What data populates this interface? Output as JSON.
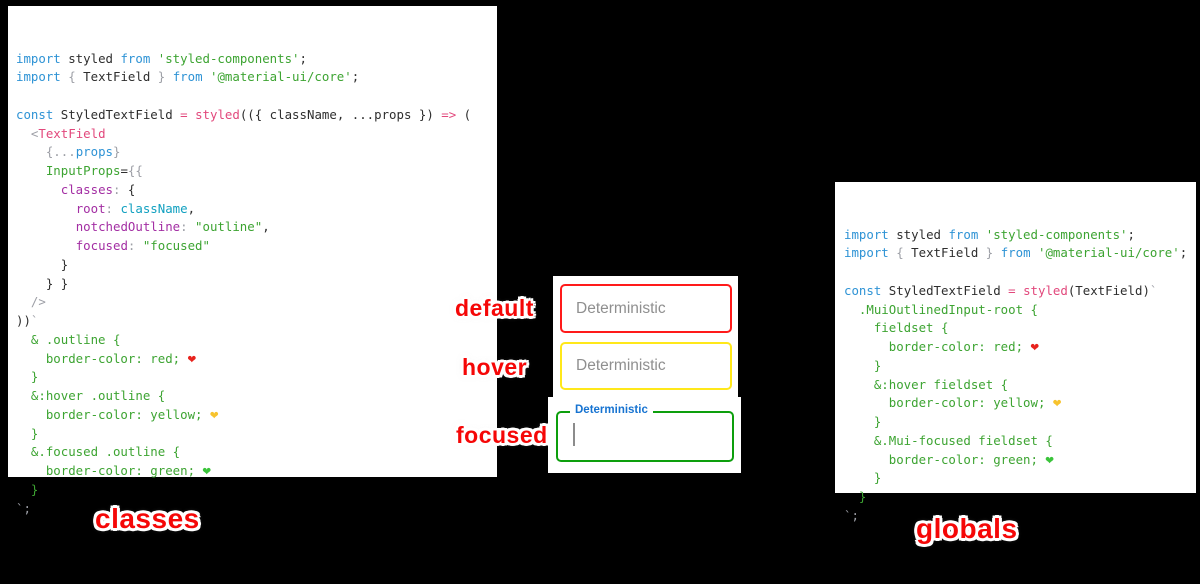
{
  "page": {
    "background": "#000000"
  },
  "captions": {
    "left": "classes",
    "right": "globals",
    "color": "#f50707"
  },
  "state_labels": {
    "default": "default",
    "hover": "hover",
    "focused": "focused",
    "color": "#f50707"
  },
  "demo": {
    "panel_bg": "#ffffff",
    "fields": [
      {
        "state": "default",
        "placeholder": "Deterministic",
        "border_color": "#ff1a1a"
      },
      {
        "state": "hover",
        "placeholder": "Deterministic",
        "border_color": "#ffe81a"
      },
      {
        "state": "focused",
        "label": "Deterministic",
        "border_color": "#0d9f0d",
        "label_color": "#1673d1"
      }
    ]
  },
  "left_code": {
    "lines": [
      [
        [
          "kw",
          "import"
        ],
        [
          "plain",
          " styled "
        ],
        [
          "kw",
          "from"
        ],
        [
          "str",
          " 'styled-components'"
        ],
        [
          "plain",
          ";"
        ]
      ],
      [
        [
          "kw",
          "import"
        ],
        [
          "gray",
          " { "
        ],
        [
          "plain",
          "TextField"
        ],
        [
          "gray",
          " } "
        ],
        [
          "kw",
          "from"
        ],
        [
          "str",
          " '@material-ui/core'"
        ],
        [
          "plain",
          ";"
        ]
      ],
      [],
      [
        [
          "kw",
          "const"
        ],
        [
          "plain",
          " StyledTextField "
        ],
        [
          "pink",
          "="
        ],
        [
          "plain",
          " "
        ],
        [
          "pink",
          "styled"
        ],
        [
          "plain",
          "(({ className, ...props }) "
        ],
        [
          "pink",
          "=>"
        ],
        [
          "plain",
          " ("
        ]
      ],
      [
        [
          "gray",
          "  <"
        ],
        [
          "pink",
          "TextField"
        ]
      ],
      [
        [
          "gray",
          "    {..."
        ],
        [
          "kw",
          "props"
        ],
        [
          "gray",
          "}"
        ]
      ],
      [
        [
          "plain",
          "    "
        ],
        [
          "str",
          "InputProps"
        ],
        [
          "plain",
          "="
        ],
        [
          "gray",
          "{{"
        ]
      ],
      [
        [
          "plain",
          "      "
        ],
        [
          "purple",
          "classes"
        ],
        [
          "gray",
          ": "
        ],
        [
          "plain",
          "{"
        ]
      ],
      [
        [
          "plain",
          "        "
        ],
        [
          "purple",
          "root"
        ],
        [
          "gray",
          ": "
        ],
        [
          "teal",
          "className"
        ],
        [
          "plain",
          ","
        ]
      ],
      [
        [
          "plain",
          "        "
        ],
        [
          "purple",
          "notchedOutline"
        ],
        [
          "gray",
          ": "
        ],
        [
          "str",
          "\"outline\""
        ],
        [
          "plain",
          ","
        ]
      ],
      [
        [
          "plain",
          "        "
        ],
        [
          "purple",
          "focused"
        ],
        [
          "gray",
          ": "
        ],
        [
          "str",
          "\"focused\""
        ]
      ],
      [
        [
          "plain",
          "      }"
        ]
      ],
      [
        [
          "plain",
          "    } }"
        ]
      ],
      [
        [
          "gray",
          "  />"
        ]
      ],
      [
        [
          "plain",
          "))"
        ],
        [
          "gray",
          "`"
        ]
      ],
      [
        [
          "css",
          "  & .outline {"
        ]
      ],
      [
        [
          "css",
          "    border-color: red; "
        ],
        [
          "heartRed",
          "❤"
        ]
      ],
      [
        [
          "css",
          "  }"
        ]
      ],
      [
        [
          "css",
          "  &:hover .outline {"
        ]
      ],
      [
        [
          "css",
          "    border-color: yellow; "
        ],
        [
          "heartYellow",
          "❤"
        ]
      ],
      [
        [
          "css",
          "  }"
        ]
      ],
      [
        [
          "css",
          "  &.focused .outline {"
        ]
      ],
      [
        [
          "css",
          "    border-color: green; "
        ],
        [
          "heartGreen",
          "❤"
        ]
      ],
      [
        [
          "css",
          "  }"
        ]
      ],
      [
        [
          "gray",
          "`;"
        ]
      ]
    ]
  },
  "right_code": {
    "lines": [
      [
        [
          "kw",
          "import"
        ],
        [
          "plain",
          " styled "
        ],
        [
          "kw",
          "from"
        ],
        [
          "str",
          " 'styled-components'"
        ],
        [
          "plain",
          ";"
        ]
      ],
      [
        [
          "kw",
          "import"
        ],
        [
          "gray",
          " { "
        ],
        [
          "plain",
          "TextField"
        ],
        [
          "gray",
          " } "
        ],
        [
          "kw",
          "from"
        ],
        [
          "str",
          " '@material-ui/core'"
        ],
        [
          "plain",
          ";"
        ]
      ],
      [],
      [
        [
          "kw",
          "const"
        ],
        [
          "plain",
          " StyledTextField "
        ],
        [
          "pink",
          "="
        ],
        [
          "plain",
          " "
        ],
        [
          "pink",
          "styled"
        ],
        [
          "plain",
          "(TextField)"
        ],
        [
          "gray",
          "`"
        ]
      ],
      [
        [
          "css",
          "  .MuiOutlinedInput-root {"
        ]
      ],
      [
        [
          "css",
          "    fieldset {"
        ]
      ],
      [
        [
          "css",
          "      border-color: red; "
        ],
        [
          "heartRed",
          "❤"
        ]
      ],
      [
        [
          "css",
          "    }"
        ]
      ],
      [
        [
          "css",
          "    &:hover fieldset {"
        ]
      ],
      [
        [
          "css",
          "      border-color: yellow; "
        ],
        [
          "heartYellow",
          "❤"
        ]
      ],
      [
        [
          "css",
          "    }"
        ]
      ],
      [
        [
          "css",
          "    &.Mui-focused fieldset {"
        ]
      ],
      [
        [
          "css",
          "      border-color: green; "
        ],
        [
          "heartGreen",
          "❤"
        ]
      ],
      [
        [
          "css",
          "    }"
        ]
      ],
      [
        [
          "css",
          "  }"
        ]
      ],
      [
        [
          "gray",
          "`;"
        ]
      ]
    ]
  }
}
